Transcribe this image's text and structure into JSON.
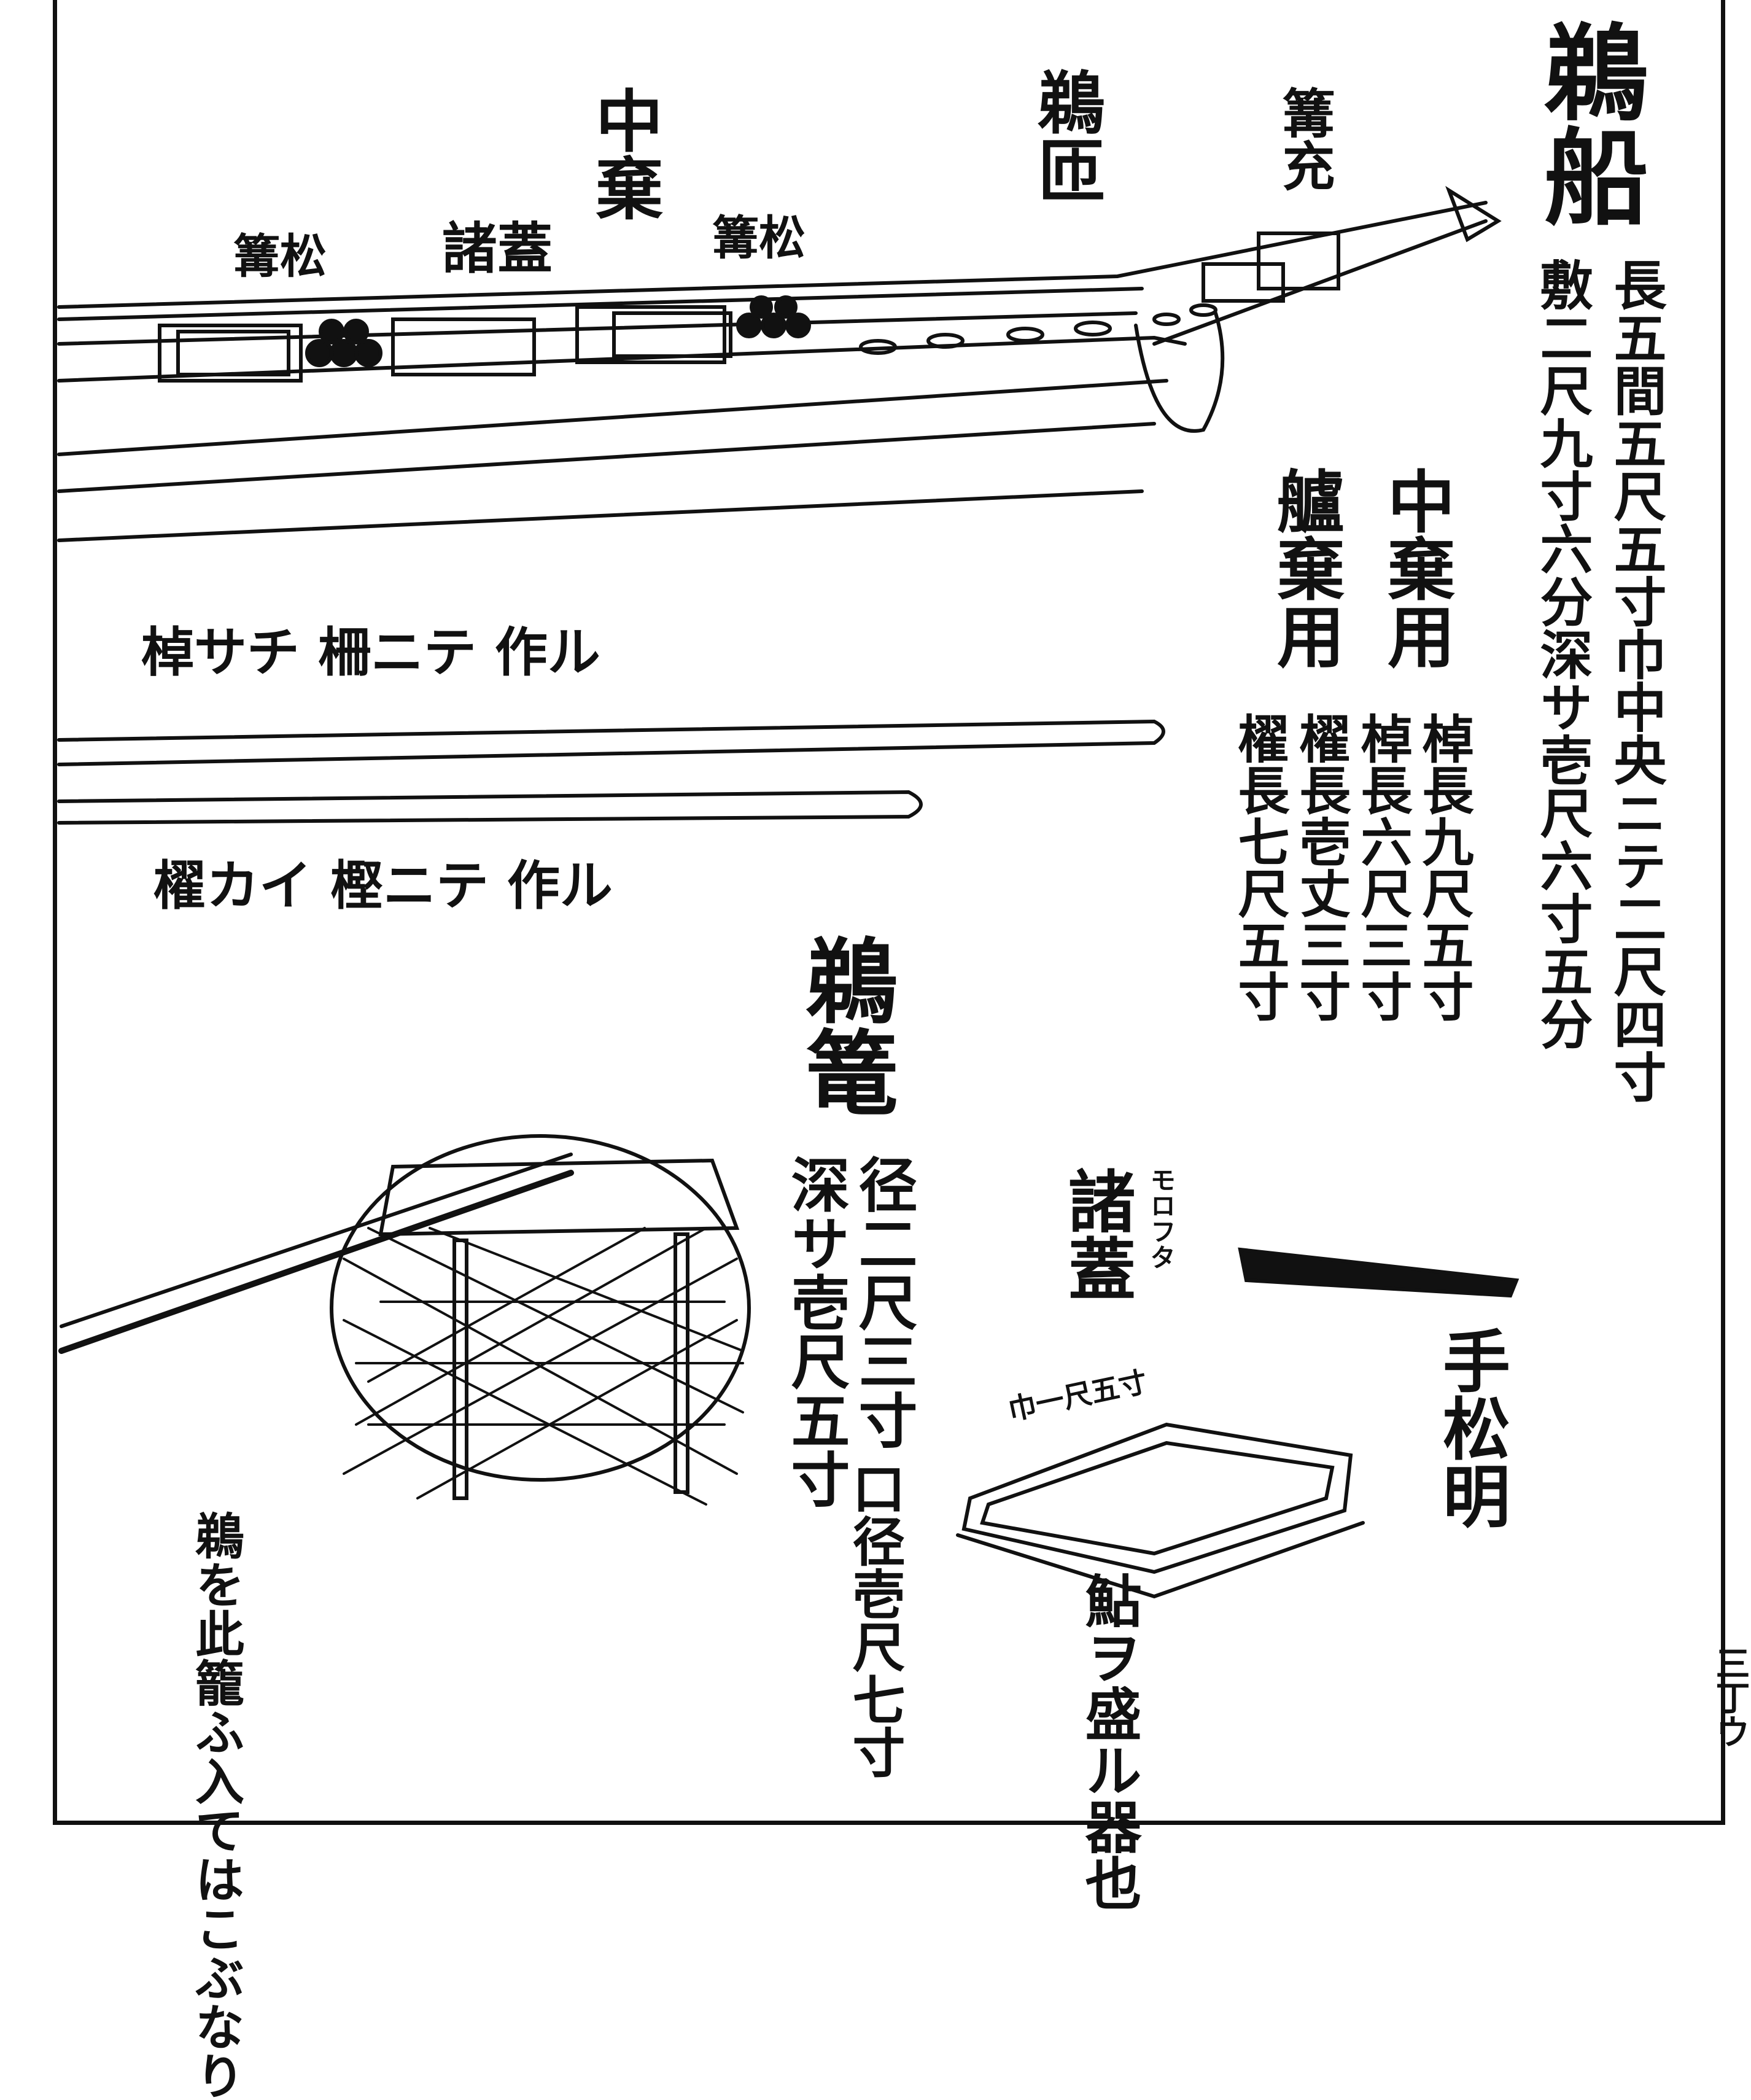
{
  "page": {
    "title": "鵜船",
    "boat_spec": "長五間五尺五寸巾中央ニテ二尺四寸",
    "boat_spec2": "敷二尺九寸六分深サ壱尺六寸五分",
    "chusu_label": "中棄",
    "moro_label": "諸蓋",
    "uhako_label": "鵜匝",
    "kagari_label_l": "篝松",
    "kagari_label_r": "篝松",
    "kagari_label_bow": "篝充",
    "pole1_label": "棹サチ 柵ニテ 作ル",
    "pole2_label": "櫂カイ 樫ニテ 作ル",
    "col_a1": "中棄用",
    "col_a2": "棹長九尺五寸",
    "col_b1": "艫棄用",
    "col_b2": "棹長六尺三寸",
    "col_c2": "櫂長壱丈三寸",
    "col_d2": "櫂長七尺五寸",
    "basket_title": "鵜篭",
    "basket_spec1": "径二尺三寸",
    "basket_spec2": "深サ壱尺五寸",
    "basket_spec3": "口径壱尺七寸",
    "basket_note": "鵜を此籠ふ入てはこぶなり",
    "lid_title": "諸蓋",
    "lid_furigana": "モロフタ",
    "lid_caption": "鮎ヲ盛ル器也",
    "lid_marks": "巾一尺五寸",
    "torch_label": "手松明",
    "page_number": "三丁ウ"
  }
}
